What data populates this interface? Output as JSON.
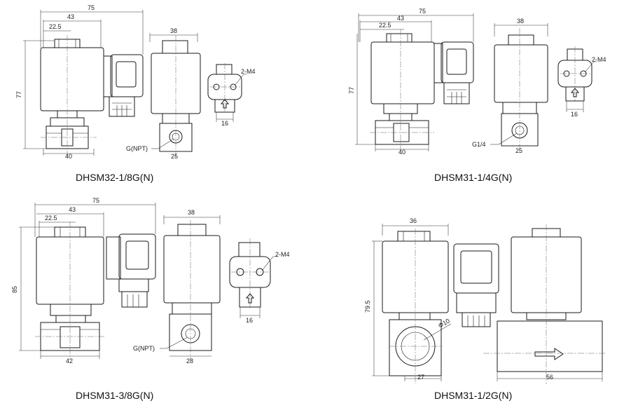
{
  "diagrams": [
    {
      "caption": "DHSM32-1/8G(N)",
      "dims": {
        "width_total": "75",
        "width_coil": "43",
        "half": "22.5",
        "height": "77",
        "base": "40",
        "side_width": "38",
        "port_width": "25",
        "thread": "G(NPT)",
        "mount_width": "16",
        "mount_screws": "2-M4"
      }
    },
    {
      "caption": "DHSM31-1/4G(N)",
      "dims": {
        "width_total": "75",
        "width_coil": "43",
        "half": "22.5",
        "height": "77",
        "base": "40",
        "side_width": "38",
        "port_width": "25",
        "thread": "G1/4",
        "mount_width": "16",
        "mount_screws": "2-M4"
      }
    },
    {
      "caption": "DHSM31-3/8G(N)",
      "dims": {
        "width_total": "75",
        "width_coil": "43",
        "half": "22.5",
        "height": "85",
        "base": "42",
        "side_width": "38",
        "port_width": "28",
        "thread": "G(NPT)",
        "mount_width": "16",
        "mount_screws": "2-M4"
      }
    },
    {
      "caption": "DHSM31-1/2G(N)",
      "dims": {
        "coil_width": "36",
        "height": "79.5",
        "port_dia": "Φ10",
        "base_left": "27",
        "base_right": "56"
      }
    }
  ]
}
